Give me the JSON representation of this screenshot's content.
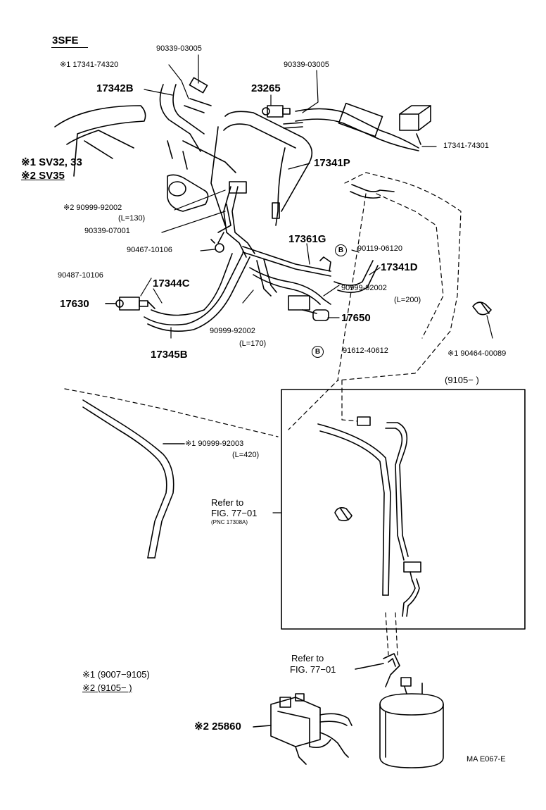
{
  "diagram": {
    "engine": "3SFE",
    "variants": [
      {
        "mark": "※1",
        "code": "SV32, 33"
      },
      {
        "mark": "※2",
        "code": "SV35"
      }
    ],
    "date_legend": [
      {
        "mark": "※1",
        "range": "(9007−9105)"
      },
      {
        "mark": "※2",
        "range": "(9105−        )"
      }
    ],
    "inset_header": "(9105−        )",
    "connector_mark": "B",
    "figure_code": "MA E067-E",
    "parts": {
      "p90339_03005_a": "90339-03005",
      "p17341_74320": "※1 17341-74320",
      "p17342b": "17342B",
      "p23265": "23265",
      "p90339_03005_b": "90339-03005",
      "p17341_74301": "17341-74301",
      "p17341p": "17341P",
      "p90999_92002_a": "※2 90999-92002",
      "p90999_92002_a_len": "(L=130)",
      "p90339_07001": "90339-07001",
      "p90467_10106": "90467-10106",
      "p17361g": "17361G",
      "p90119_06120": "90119-06120",
      "p17341d": "17341D",
      "p90487_10106": "90487-10106",
      "p17344c": "17344C",
      "p90999_92002_b": "90999-92002",
      "p90999_92002_b_len": "(L=200)",
      "p17630": "17630",
      "p17650": "17650",
      "p90999_92002_c": "90999-92002",
      "p90999_92002_c_len": "(L=170)",
      "p17345b": "17345B",
      "p91612_40612": "91612-40612",
      "p90464_00089": "※1 90464-00089",
      "p90999_92003": "※1 90999-92003",
      "p90999_92003_len": "(L=420)",
      "p25860": "※2 25860"
    },
    "refs": {
      "ref1_line1": "Refer to",
      "ref1_line2": "FIG. 77−01",
      "ref1_line3": "(PNC 17308A)",
      "ref2_line1": "Refer to",
      "ref2_line2": "FIG. 77−01"
    }
  }
}
